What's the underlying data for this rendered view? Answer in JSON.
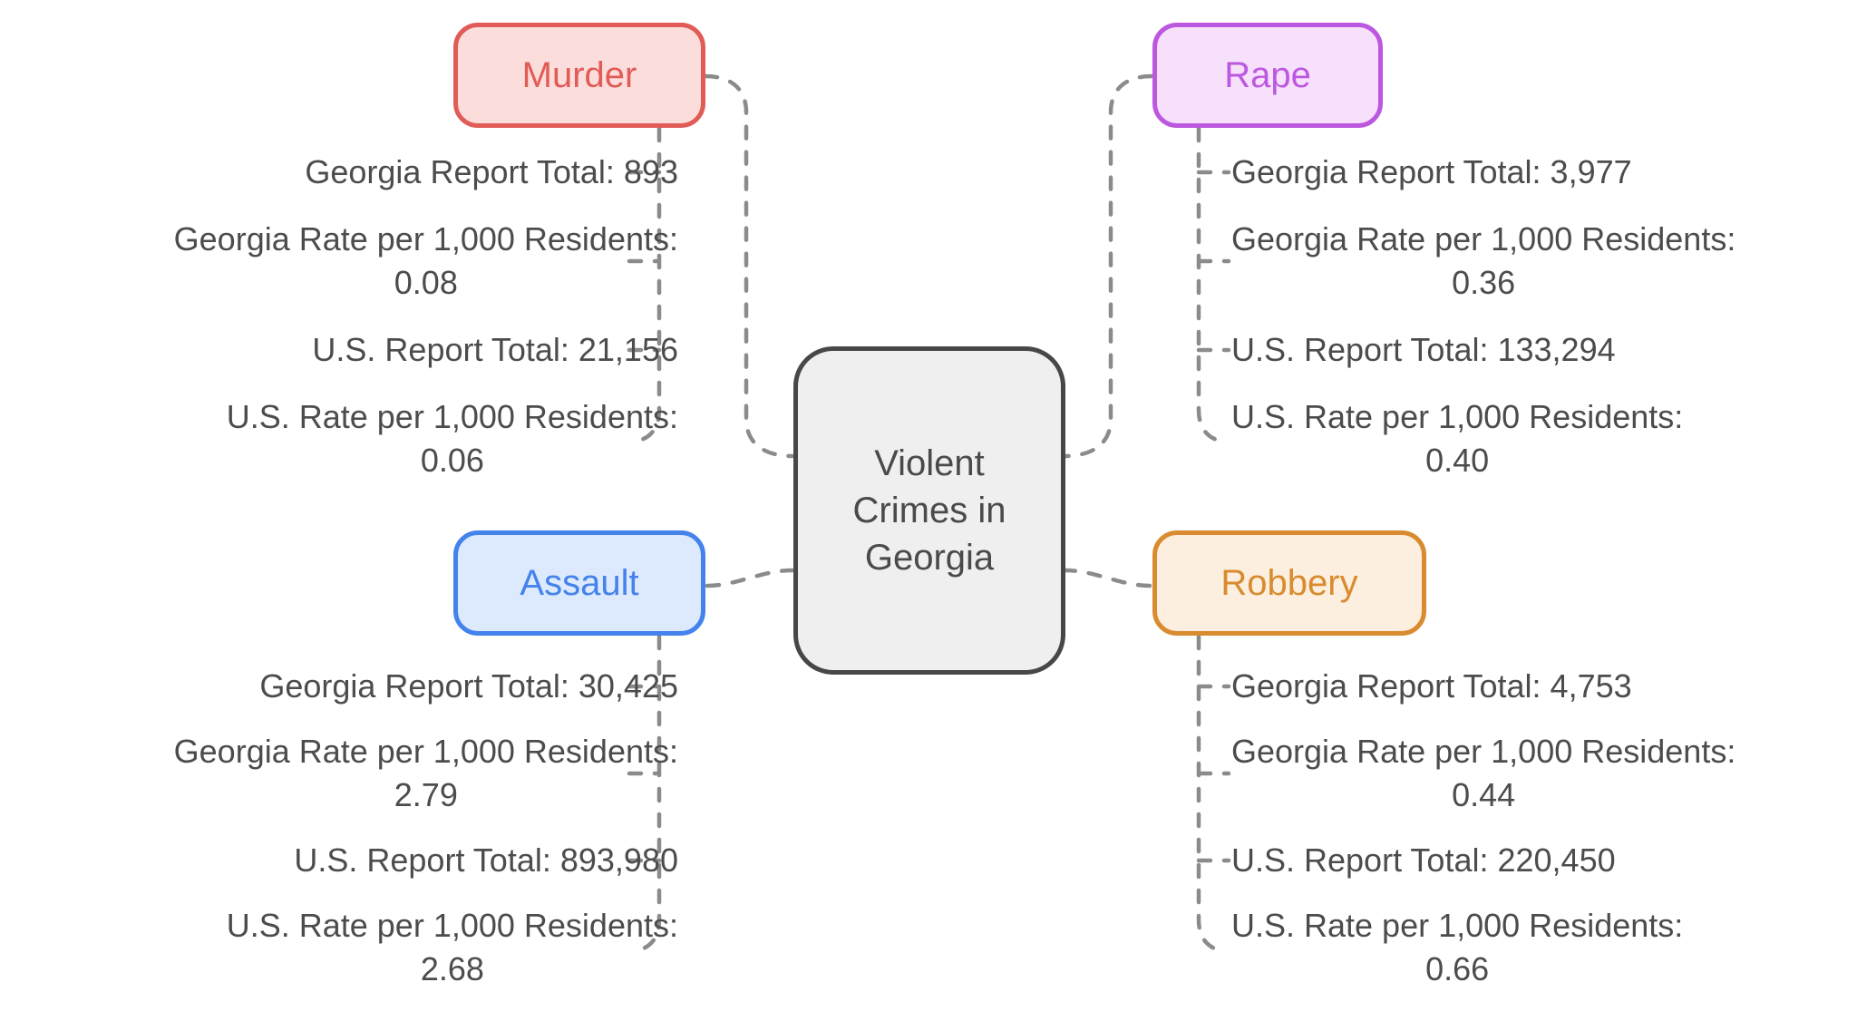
{
  "root": {
    "label": "Violent Crimes in Georgia",
    "fill": "#efefef",
    "border": "#474747",
    "text_color": "#4a4a4a"
  },
  "connector_color": "#8b8b8b",
  "leaf_text_color": "#4c4c4c",
  "branches": [
    {
      "label": "Murder",
      "border": "#e15b57",
      "fill": "#fbdedb",
      "items": [
        {
          "label": "Georgia Report Total:",
          "value": "893"
        },
        {
          "label": "Georgia Rate per 1,000 Residents:",
          "value": "0.08"
        },
        {
          "label": "U.S. Report Total:",
          "value": "21,156"
        },
        {
          "label": "U.S. Rate per 1,000 Residents:",
          "value": "0.06"
        }
      ]
    },
    {
      "label": "Rape",
      "border": "#bc58e0",
      "fill": "#f7e0fc",
      "items": [
        {
          "label": "Georgia Report Total:",
          "value": "3,977"
        },
        {
          "label": "Georgia Rate per 1,000 Residents:",
          "value": "0.36"
        },
        {
          "label": "U.S. Report Total:",
          "value": "133,294"
        },
        {
          "label": "U.S. Rate per 1,000 Residents:",
          "value": "0.40"
        }
      ]
    },
    {
      "label": "Assault",
      "border": "#4482ec",
      "fill": "#dde9fc",
      "items": [
        {
          "label": "Georgia Report Total:",
          "value": "30,425"
        },
        {
          "label": "Georgia Rate per 1,000 Residents:",
          "value": "2.79"
        },
        {
          "label": "U.S. Report Total:",
          "value": "893,980"
        },
        {
          "label": "U.S. Rate per 1,000 Residents:",
          "value": "2.68"
        }
      ]
    },
    {
      "label": "Robbery",
      "border": "#d98b2f",
      "fill": "#fdefdf",
      "items": [
        {
          "label": "Georgia Report Total:",
          "value": "4,753"
        },
        {
          "label": "Georgia Rate per 1,000 Residents:",
          "value": "0.44"
        },
        {
          "label": "U.S. Report Total:",
          "value": "220,450"
        },
        {
          "label": "U.S. Rate per 1,000 Residents:",
          "value": "0.66"
        }
      ]
    }
  ]
}
